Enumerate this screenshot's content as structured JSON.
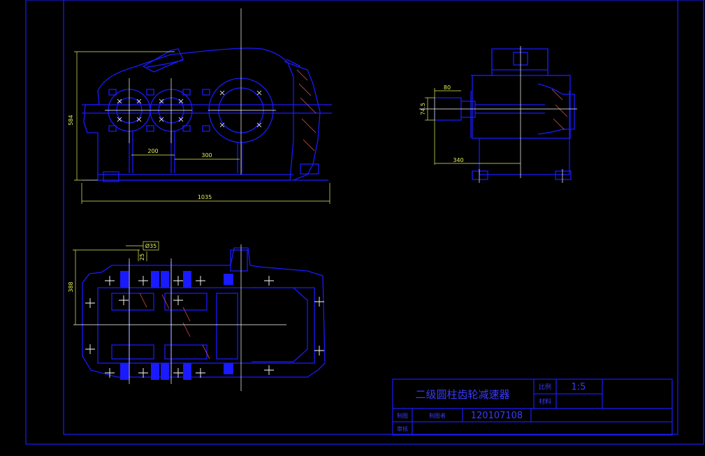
{
  "colors": {
    "background": "#000000",
    "line": "#1a1aff",
    "line_bright": "#3f3fff",
    "dimension": "#e6f25a",
    "centerline": "#ffffff",
    "hatch": "#e05050"
  },
  "front_view": {
    "dim_width": "1035",
    "dim_height": "584",
    "dim_shaft_spacing_1": "200",
    "dim_shaft_spacing_2": "300"
  },
  "side_view": {
    "dim_shaft_len": "80",
    "dim_shaft_center": "74.5",
    "dim_depth": "340"
  },
  "top_view": {
    "dim_width": "388",
    "dim_dia": "Ø35",
    "dim_offset": "25"
  },
  "title_block": {
    "drawing_title": "二级圆柱齿轮减速器",
    "scale_label": "比例",
    "scale_value": "1:5",
    "material_label": "材料",
    "drawn_label": "制图",
    "student_label": "制图者",
    "drawing_number": "120107108",
    "check_label": "审核"
  }
}
